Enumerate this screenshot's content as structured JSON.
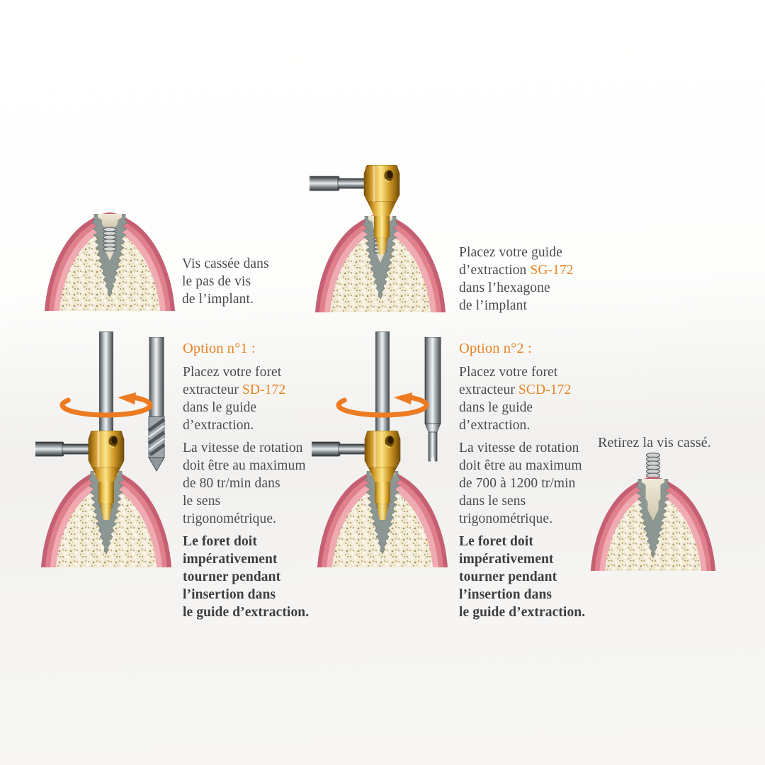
{
  "colors": {
    "accent_orange": "#E8811F",
    "text_gray": "#4B4B4D",
    "gum_pink": "#D4707F",
    "bone_cream": "#F3ECD9",
    "implant_gray": "#8C9692",
    "guide_gold": "#D9A12F"
  },
  "figures": {
    "step1": "implant-with-broken-screw",
    "step2": "implant-with-extraction-guide",
    "option1": "guide-with-drill-sd172-rotating",
    "option2": "guide-with-drill-scd172-rotating",
    "step5": "implant-with-screw-removed"
  },
  "step1": {
    "caption": {
      "line1": "Vis cassée dans",
      "line2": "le pas de vis",
      "line3": "de l’implant."
    }
  },
  "step2": {
    "caption": {
      "line1": "Placez votre guide",
      "line2_prefix": "d’extraction ",
      "line2_code": "SG-172",
      "line3": "dans l’hexagone",
      "line4": "de l’implant"
    }
  },
  "option1": {
    "heading": "Option n°1 :",
    "para_place": {
      "line1": "Placez votre foret",
      "line2_prefix": "extracteur ",
      "line2_code": "SD-172",
      "line3": "dans le guide",
      "line4": "d’extraction."
    },
    "para_speed": {
      "line1": "La vitesse de rotation",
      "line2": "doit être au maximum",
      "line3": "de 80 tr/min dans",
      "line4": "le sens",
      "line5": "trigonométrique."
    },
    "para_bold": {
      "line1": "Le foret doit",
      "line2": "impérativement",
      "line3": "tourner pendant",
      "line4": "l’insertion dans",
      "line5": "le guide d’extraction."
    }
  },
  "option2": {
    "heading": "Option n°2 :",
    "para_place": {
      "line1": "Placez votre foret",
      "line2_prefix": "extracteur ",
      "line2_code": "SCD-172",
      "line3": "dans le guide",
      "line4": "d’extraction."
    },
    "para_speed": {
      "line1": "La vitesse de rotation",
      "line2": "doit être au maximum",
      "line3": "de 700 à 1200 tr/min",
      "line4": "dans le sens",
      "line5": "trigonométrique."
    },
    "para_bold": {
      "line1": "Le foret doit",
      "line2": "impérativement",
      "line3": "tourner pendant",
      "line4": "l’insertion dans",
      "line5": "le guide d’extraction."
    }
  },
  "step5": {
    "caption": "Retirez la vis cassé."
  }
}
